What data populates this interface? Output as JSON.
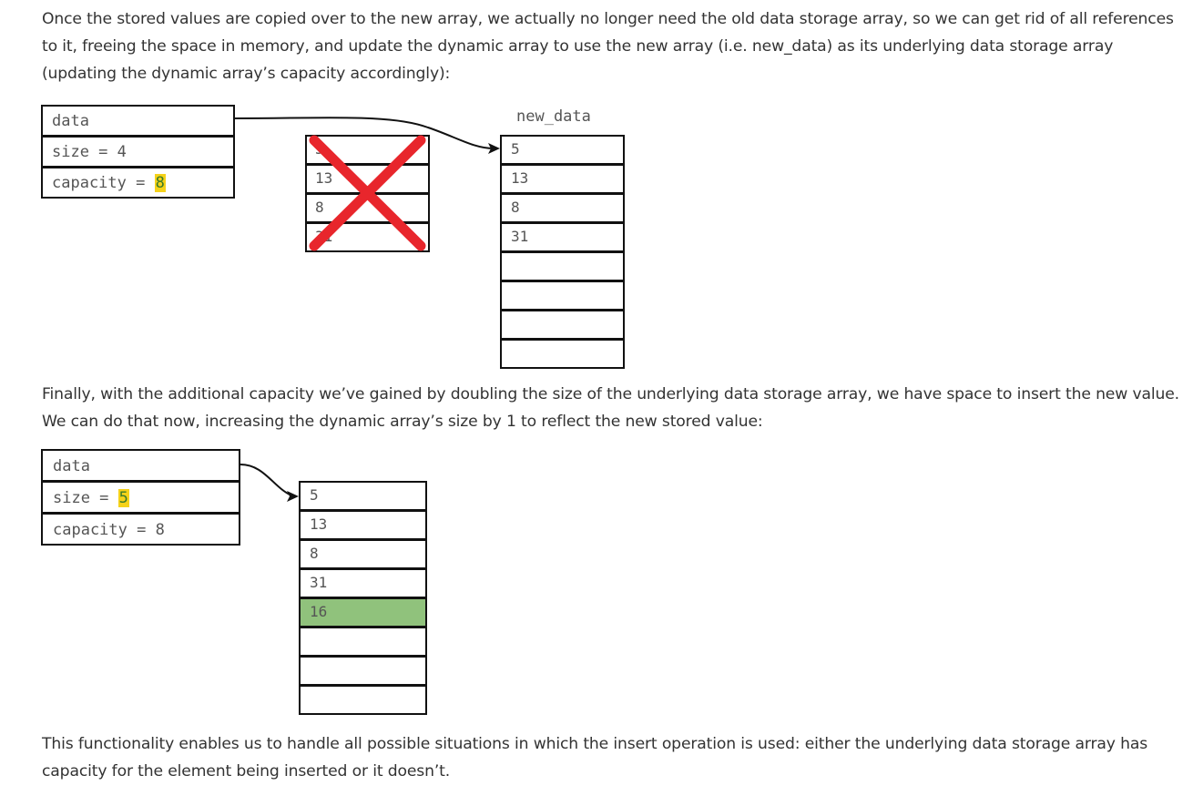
{
  "paragraphs": {
    "p1": "Once the stored values are copied over to the new array, we actually no longer need the old data storage array, so we can get rid of all references to it, freeing the space in memory, and update the dynamic array to use the new array (i.e. new_data) as its underlying data storage array (updating the dynamic array’s capacity accordingly):",
    "p2": "Finally, with the additional capacity we’ve gained by doubling the size of the underlying data storage array, we have space to insert the new value. We can do that now, increasing the dynamic array’s size by 1 to reflect the new stored value:",
    "p3": "This functionality enables us to handle all possible situations in which the insert operation is used: either the underlying data storage array has capacity for the element being inserted or it doesn’t."
  },
  "figure1": {
    "struct": {
      "data": "data",
      "size_label": "size = ",
      "size_value": "4",
      "capacity_label": "capacity = ",
      "capacity_value": "8"
    },
    "old_array": [
      "5",
      "13",
      "8",
      "31"
    ],
    "new_array_name": "new_data",
    "new_array": [
      "5",
      "13",
      "8",
      "31",
      "",
      "",
      "",
      ""
    ]
  },
  "figure2": {
    "struct": {
      "data": "data",
      "size_label": "size = ",
      "size_value": "5",
      "capacity_label": "capacity = ",
      "capacity_value": "8"
    },
    "array": [
      "5",
      "13",
      "8",
      "31",
      "16",
      "",
      "",
      ""
    ],
    "inserted_color": "#90c27c"
  },
  "colors": {
    "cross": "#e8262c",
    "highlight": "#f5d21a"
  }
}
